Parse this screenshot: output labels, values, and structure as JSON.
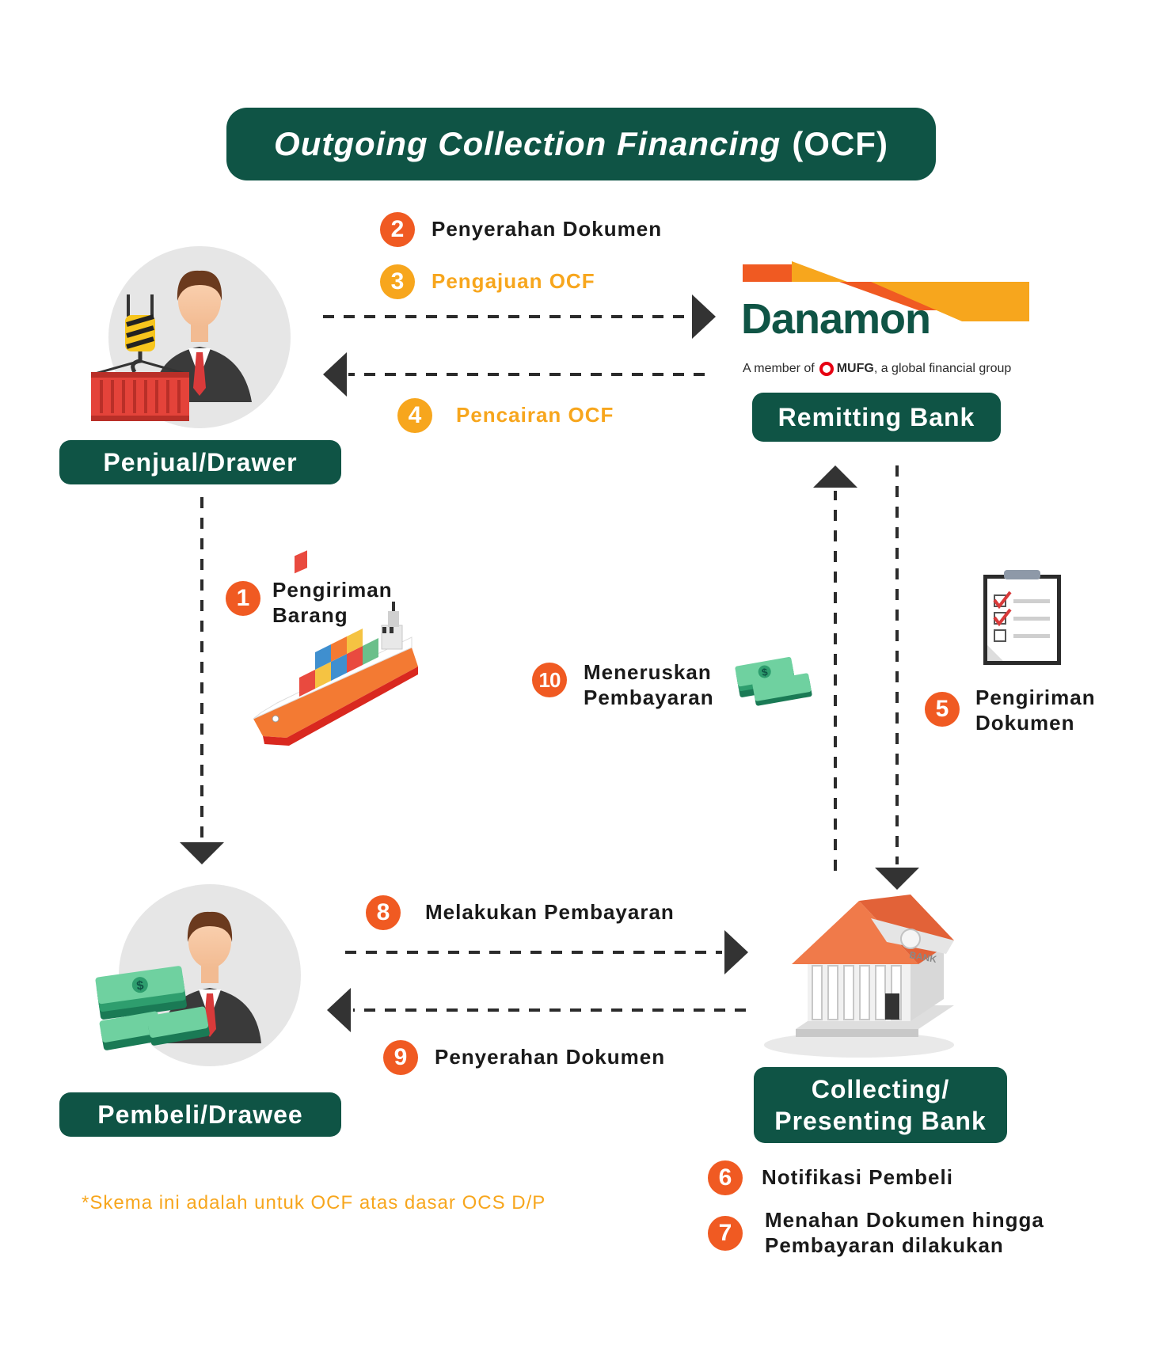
{
  "title": {
    "italic": "Outgoing Collection Financing",
    "suffix": "(OCF)"
  },
  "parties": {
    "seller": "Penjual/Drawer",
    "remitting_bank": "Remitting Bank",
    "buyer": "Pembeli/Drawee",
    "collecting_bank_line1": "Collecting/",
    "collecting_bank_line2": "Presenting Bank"
  },
  "logo": {
    "word": "Danamon",
    "sub_prefix": "A member of",
    "sub_brand": "MUFG",
    "sub_suffix": ", a global financial group"
  },
  "steps": [
    {
      "num": "1",
      "line1": "Pengiriman",
      "line2": "Barang",
      "color": "#f05a22"
    },
    {
      "num": "2",
      "line1": "Penyerahan Dokumen",
      "color": "#f05a22"
    },
    {
      "num": "3",
      "line1": "Pengajuan OCF",
      "color": "#f7a61d"
    },
    {
      "num": "4",
      "line1": "Pencairan OCF",
      "color": "#f7a61d"
    },
    {
      "num": "5",
      "line1": "Pengiriman",
      "line2": "Dokumen",
      "color": "#f05a22"
    },
    {
      "num": "6",
      "line1": "Notifikasi Pembeli",
      "color": "#f05a22"
    },
    {
      "num": "7",
      "line1": "Menahan Dokumen hingga",
      "line2": "Pembayaran dilakukan",
      "color": "#f05a22"
    },
    {
      "num": "8",
      "line1": "Melakukan Pembayaran",
      "color": "#f05a22"
    },
    {
      "num": "9",
      "line1": "Penyerahan Dokumen",
      "color": "#f05a22"
    },
    {
      "num": "10",
      "line1": "Meneruskan",
      "line2": "Pembayaran",
      "color": "#f05a22"
    }
  ],
  "footnote": "*Skema ini adalah untuk OCF atas dasar OCS D/P",
  "icons": {
    "seller": "businessman-with-container-icon",
    "buyer": "businessman-with-money-icon",
    "ship": "cargo-ship-icon",
    "money": "money-stack-icon",
    "document": "clipboard-checklist-icon",
    "bank": "bank-building-icon",
    "bank_sign": "BANK"
  }
}
